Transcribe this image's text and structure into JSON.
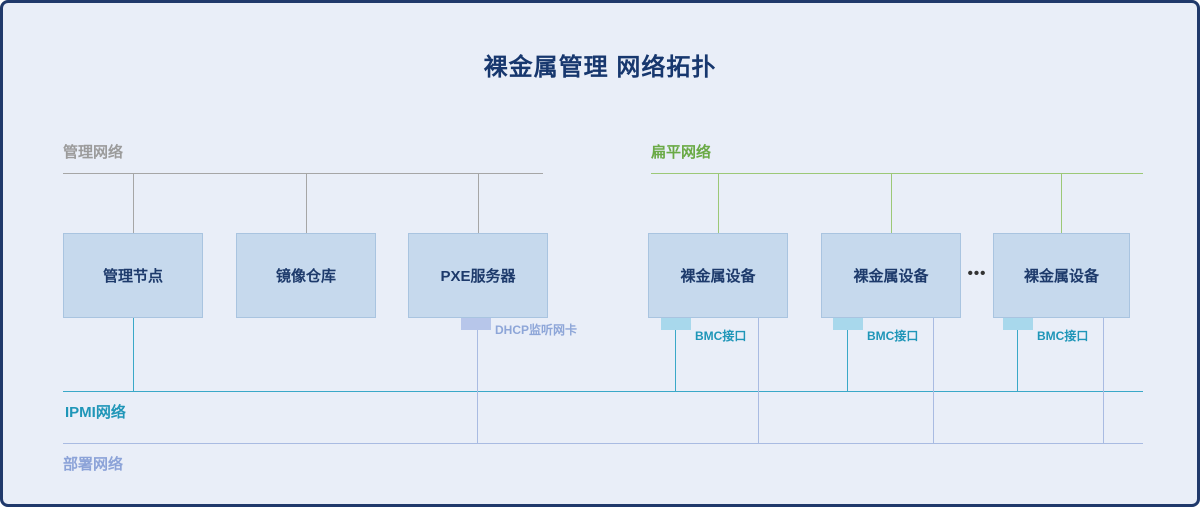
{
  "title": "裸金属管理 网络拓扑",
  "networks": {
    "management": {
      "label": "管理网络",
      "color": "#9b9b9b"
    },
    "flat": {
      "label": "扁平网络",
      "color": "#6aaa46"
    },
    "ipmi": {
      "label": "IPMI网络",
      "color": "#1f96b8"
    },
    "deploy": {
      "label": "部署网络",
      "color": "#8ca3d8"
    }
  },
  "nodes": {
    "mgmt_node": {
      "label": "管理节点"
    },
    "image_repo": {
      "label": "镜像仓库"
    },
    "pxe_server": {
      "label": "PXE服务器"
    },
    "bm_device_1": {
      "label": "裸金属设备"
    },
    "bm_device_2": {
      "label": "裸金属设备"
    },
    "bm_device_3": {
      "label": "裸金属设备"
    }
  },
  "ellipsis": "•••",
  "ports": {
    "dhcp_nic": {
      "label": "DHCP监听网卡"
    },
    "bmc_1": {
      "label": "BMC接口"
    },
    "bmc_2": {
      "label": "BMC接口"
    },
    "bmc_3": {
      "label": "BMC接口"
    }
  },
  "colors": {
    "background": "#e9eef8",
    "border": "#20396b",
    "title_text": "#17376e",
    "box_fill": "#c6d9ed",
    "box_border": "#a9c4e0",
    "box_text": "#1d3a6b",
    "management_line": "#a6a6a6",
    "flat_line": "#9cc877",
    "ipmi_line": "#3aa8c8",
    "deploy_line": "#a9bbe2",
    "dhcp_port_fill": "#b7c6ea",
    "bmc_port_fill": "#a8d8ec"
  }
}
